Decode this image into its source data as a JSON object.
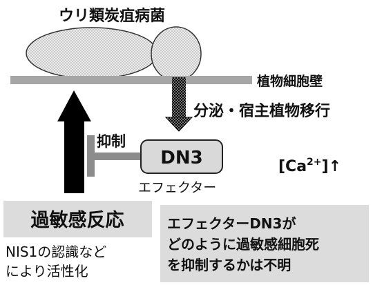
{
  "labels": {
    "pathogen": "ウリ類炭疽病菌",
    "cell_wall": "植物細胞壁",
    "secretion": "分泌・宿主植物移行",
    "inhibition": "抑制",
    "effector_name": "DN3",
    "effector_caption": "エフェクター",
    "calcium_base": "[Ca",
    "calcium_sup": "2+",
    "calcium_close": "]",
    "calcium_arrow": "↑",
    "hr_title": "過敏感反応",
    "hr_note_line1": "NIS1の認識など",
    "hr_note_line2": "により活性化",
    "unknown_line1": "エフェクターDN3が",
    "unknown_line2": "どのように過敏感細胞死",
    "unknown_line3": "を抑制するかは不明"
  },
  "colors": {
    "membrane": "#a6a6a6",
    "effector_fill": "#d9d9d9",
    "inhibit_bar": "#8c8c8c",
    "panel_fill": "#dcdcdc",
    "spore_fill": "#e8e8e8",
    "arrow": "#000000"
  }
}
